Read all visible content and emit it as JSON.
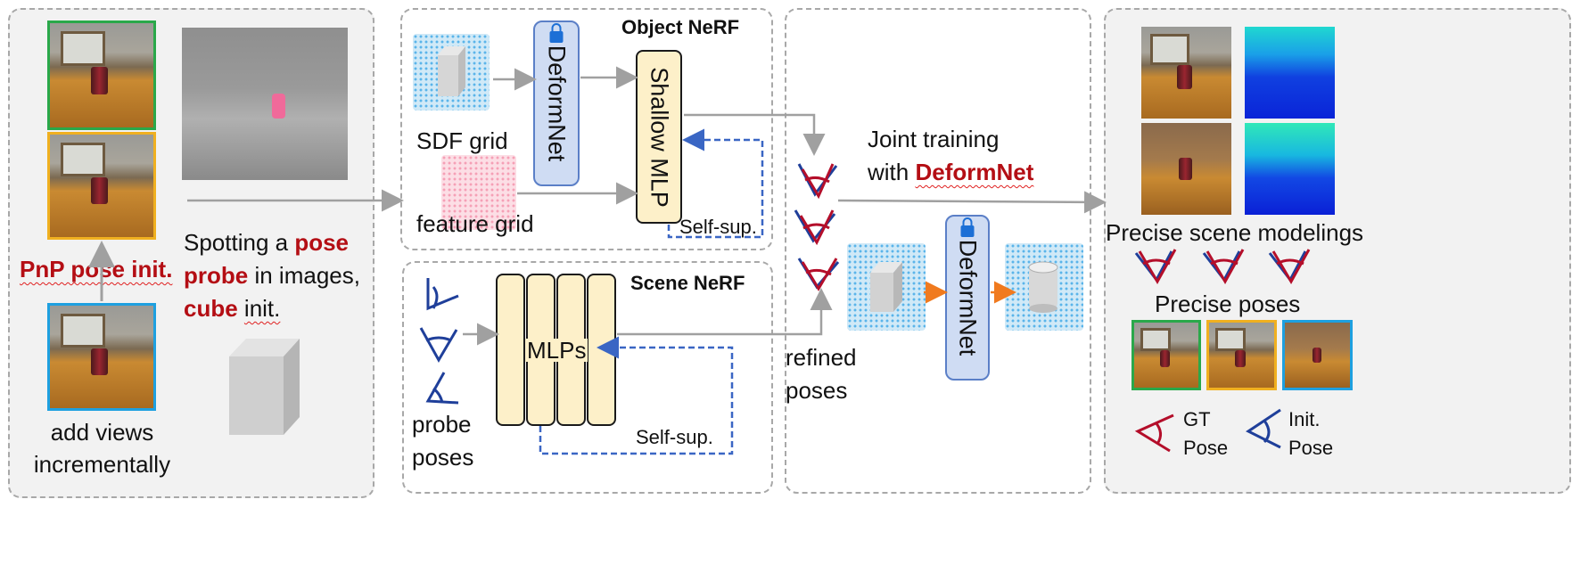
{
  "panel1": {
    "pnp_label": "PnP pose init.",
    "add_views_line1": "add views",
    "add_views_line2": "incrementally",
    "spot_prefix": "Spotting a ",
    "spot_pose": "pose",
    "spot_probe": "probe",
    "spot_mid": " in images,",
    "spot_cube": "cube",
    "spot_init": "init."
  },
  "object_nerf": {
    "title": "Object NeRF",
    "sdf_label": "SDF grid",
    "feature_label": "feature grid",
    "deformnet_label": "DeformNet",
    "shallow_mlp_label": "Shallow MLP",
    "selfsup_label": "Self-sup."
  },
  "scene_nerf": {
    "title": "Scene NeRF",
    "mlps_label": "MLPs",
    "probe_line1": "probe",
    "probe_line2": "poses",
    "selfsup_label": "Self-sup."
  },
  "joint": {
    "line1": "Joint training",
    "line2_prefix": "with ",
    "deformnet": "DeformNet",
    "refined_line1": "refined",
    "refined_line2": "poses",
    "deformnet_label": "DeformNet"
  },
  "results": {
    "scene_modelings": "Precise scene modelings",
    "precise_poses": "Precise poses",
    "gt_line1": "GT",
    "gt_line2": "Pose",
    "init_line1": "Init.",
    "init_line2": "Pose"
  },
  "colors": {
    "gt_pose": "#b40e2a",
    "init_pose": "#1f3f9a",
    "frame_green": "#2aa84a",
    "frame_yellow": "#f0b020",
    "frame_blue": "#1ea0e0",
    "accent_red": "#b40e14",
    "selfsup_dash": "#3a66c4",
    "deform_arrow": "#f07a1e"
  }
}
